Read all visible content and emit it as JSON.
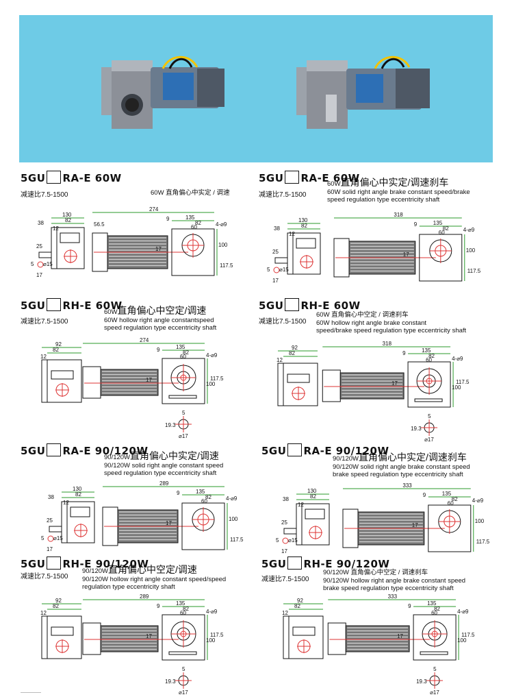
{
  "photo": {
    "background_color": "#6ecbe6",
    "motor_body_color": "#6a7b8e",
    "gearbox_color": "#8c9098",
    "label_color": "#2d6fb5",
    "wire_color": "#f4c300"
  },
  "sections": [
    {
      "model_prefix": "5GU",
      "model_suffix": "RA-E 60W",
      "ratio": "减速比7.5-1500",
      "desc_lines": [
        "60W 直角偏心中实定 / 调速"
      ],
      "dims": {
        "overall": "274",
        "d130": "130",
        "d82": "82",
        "d38": "38",
        "d12": "12",
        "d56": "56.5",
        "d9": "9",
        "d135": "135",
        "d82b": "82",
        "d60": "60",
        "d4": "4-⌀9",
        "d100": "100",
        "d117": "117.5",
        "d17": "17",
        "d25": "25",
        "dphi15": "⌀15",
        "d5": "5",
        "d17b": "17"
      }
    },
    {
      "model_prefix": "5GU",
      "model_suffix": "RA-E 60W",
      "ratio": "减速比7.5-1500",
      "desc_lead": "60W",
      "desc_big": "直角偏心中实定/调速刹车",
      "desc_lines": [
        "60W solid right angle brake constant speed/brake",
        "speed regulation type eccentricity shaft"
      ],
      "dims": {
        "overall": "318",
        "d130": "130",
        "d82": "82",
        "d38": "38",
        "d12": "12",
        "d9": "9",
        "d135": "135",
        "d82b": "82",
        "d60": "60",
        "d4": "4-⌀9",
        "d100": "100",
        "d117": "117.5",
        "d17": "17",
        "d25": "25",
        "dphi15": "⌀15",
        "d5": "5",
        "d17b": "17"
      }
    },
    {
      "model_prefix": "5GU",
      "model_suffix": "RH-E 60W",
      "ratio": "减速比7.5-1500",
      "desc_lead": "60W",
      "desc_big": "直角偏心中空定/调速",
      "desc_lines": [
        "60W hollow right angle constantspeed",
        "speed regulation type eccentricity shaft"
      ],
      "dims": {
        "overall": "274",
        "d92": "92",
        "d82": "82",
        "d12": "12",
        "d9": "9",
        "d135": "135",
        "d82b": "82",
        "d60": "60",
        "d4": "4-⌀9",
        "d100": "100",
        "d117": "117.5",
        "d17": "17",
        "d5": "5",
        "d19": "19.3",
        "dphi17": "⌀17"
      }
    },
    {
      "model_prefix": "5GU",
      "model_suffix": "RH-E 60W",
      "ratio": "减速比7.5-1500",
      "desc_lines": [
        "60W 直角偏心中空定 / 调速刹车",
        "60W hollow right angle brake constant",
        "speed/brake speed regulation type eccentricity shaft"
      ],
      "dims": {
        "overall": "318",
        "d92": "92",
        "d82": "82",
        "d12": "12",
        "d9": "9",
        "d135": "135",
        "d82b": "82",
        "d60": "60",
        "d4": "4-⌀9",
        "d100": "100",
        "d117": "117.5",
        "d17": "17",
        "d5": "5",
        "d19": "19.3",
        "dphi17": "⌀17"
      }
    },
    {
      "model_prefix": "5GU",
      "model_suffix": "RA-E 90/120W",
      "desc_lead": "90/120W",
      "desc_big": "直角偏心中实定/调速",
      "desc_lines": [
        "90/120W solid right angle constant speed",
        "speed regulation type eccentricity shaft"
      ],
      "dims": {
        "overall": "289",
        "d130": "130",
        "d82": "82",
        "d38": "38",
        "d12": "12",
        "d9": "9",
        "d135": "135",
        "d82b": "82",
        "d60": "60",
        "d4": "4-⌀9",
        "d100": "100",
        "d117": "117.5",
        "d17": "17",
        "d25": "25",
        "dphi15": "⌀15",
        "d5": "5",
        "d17b": "17"
      }
    },
    {
      "model_prefix": "5GU",
      "model_suffix": "RA-E 90/120W",
      "desc_lead": "90/120W",
      "desc_big": "直角偏心中实定/调速刹车",
      "desc_lines": [
        "90/120W solid right angle brake constant speed",
        "brake speed regulation type eccentricity shaft"
      ],
      "dims": {
        "overall": "333",
        "d130": "130",
        "d82": "82",
        "d38": "38",
        "d12": "12",
        "d9": "9",
        "d135": "135",
        "d82b": "82",
        "d60": "60",
        "d4": "4-⌀9",
        "d100": "100",
        "d117": "117.5",
        "d17": "17",
        "d25": "25",
        "dphi15": "⌀15",
        "d5": "5",
        "d17b": "17"
      }
    },
    {
      "model_prefix": "5GU",
      "model_suffix": "RH-E 90/120W",
      "ratio": "减速比7.5-1500",
      "desc_lead": "90/120W",
      "desc_big": "直角偏心中空定/调速",
      "desc_lines": [
        "90/120W hollow right angle constant speed/speed",
        "regulation type eccentricity shaft"
      ],
      "dims": {
        "overall": "289",
        "d92": "92",
        "d82": "82",
        "d12": "12",
        "d9": "9",
        "d135": "135",
        "d82b": "82",
        "d60": "60",
        "d4": "4-⌀9",
        "d100": "100",
        "d117": "117.5",
        "d17": "17",
        "d5": "5",
        "d19": "19.3",
        "dphi17": "⌀17"
      }
    },
    {
      "model_prefix": "5GU",
      "model_suffix": "RH-E 90/120W",
      "ratio": "减速比7.5-1500",
      "desc_lines": [
        "90/120W 直角偏心中空定 / 调速刹车",
        "90/120W hollow right angle brake constant speed",
        "brake speed regulation type eccentricity shaft"
      ],
      "dims": {
        "overall": "333",
        "d92": "92",
        "d82": "82",
        "d12": "12",
        "d9": "9",
        "d135": "135",
        "d82b": "82",
        "d60": "60",
        "d4": "4-⌀9",
        "d100": "100",
        "d117": "117.5",
        "d17": "17",
        "d5": "5",
        "d19": "19.3",
        "dphi17": "⌀17"
      }
    }
  ]
}
